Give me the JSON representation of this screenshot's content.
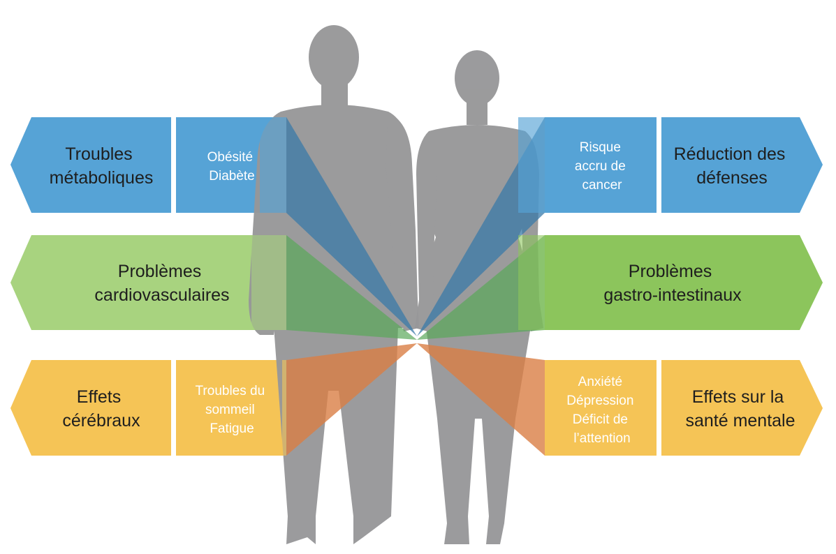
{
  "colors": {
    "blue_band": "#56a3d6",
    "blue_ray": "#3a79a8",
    "green_band_light": "#a8d37f",
    "green_band_dark": "#8cc55c",
    "green_ray": "#5aa85a",
    "orange_band": "#f5c456",
    "orange_ray": "#d97e45",
    "silhouette": "#979799"
  },
  "blue": {
    "left_main": [
      "Troubles",
      "métaboliques"
    ],
    "left_detail": [
      "Obésité",
      "Diabète"
    ],
    "right_detail": [
      "Risque",
      "accru de",
      "cancer"
    ],
    "right_main": [
      "Réduction des",
      "défenses"
    ]
  },
  "green": {
    "left_main": [
      "Problèmes",
      "cardiovasculaires"
    ],
    "right_main": [
      "Problèmes",
      "gastro-intestinaux"
    ]
  },
  "orange": {
    "left_main": [
      "Effets",
      "cérébraux"
    ],
    "left_detail": [
      "Troubles du",
      "sommeil",
      "Fatigue"
    ],
    "right_detail": [
      "Anxiété",
      "Dépression",
      "Déficit de",
      "l’attention"
    ],
    "right_main": [
      "Effets sur la",
      "santé mentale"
    ]
  }
}
